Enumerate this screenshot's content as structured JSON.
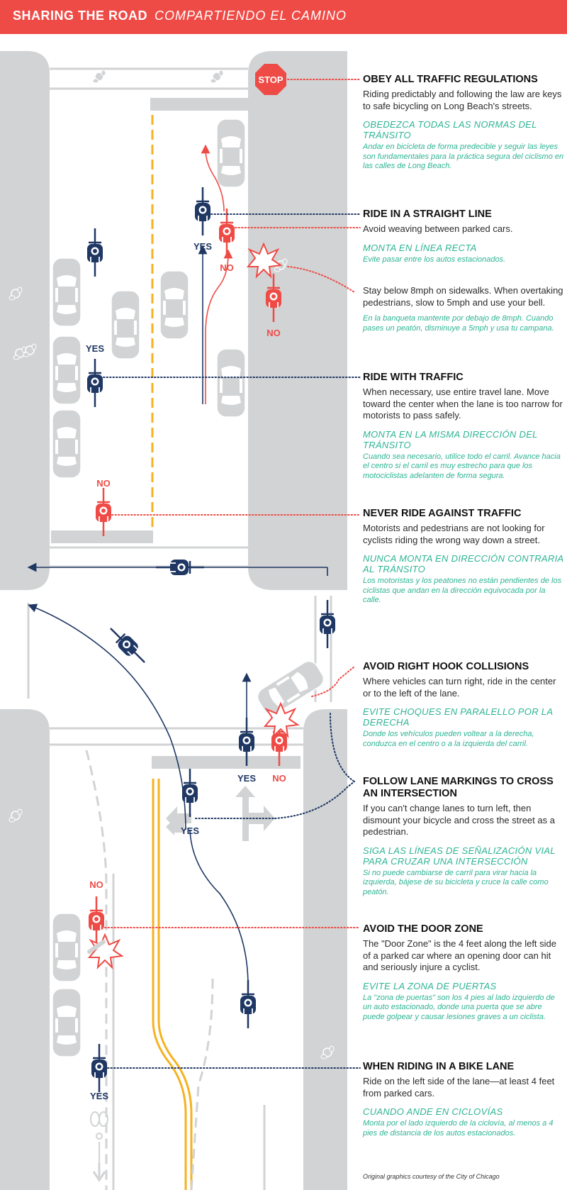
{
  "header": {
    "title_en": "SHARING THE ROAD",
    "title_es": "COMPARTIENDO EL CAMINO"
  },
  "signs": {
    "stop": "STOP"
  },
  "labels": {
    "yes": "YES",
    "no": "NO"
  },
  "colors": {
    "header": "#ef4b46",
    "road_gray": "#d1d3d4",
    "navy": "#1f3763",
    "red": "#ef4b46",
    "green": "#2db494",
    "yellow": "#f6b221"
  },
  "icons": [
    "stop-sign-icon",
    "cyclist-icon",
    "car-icon",
    "pedestrian-icon",
    "crash-burst-icon",
    "lane-arrow-icon",
    "bike-lane-symbol-icon"
  ],
  "rules": [
    {
      "title": "OBEY ALL TRAFFIC REGULATIONS",
      "en": "Riding predictably and following the law are keys to safe bicycling on Long Beach's streets.",
      "es_title": "OBEDEZCA TODAS LAS NORMAS DEL TRÁNSITO",
      "es": "Andar en bicicleta de forma predecible y seguir las leyes son fundamentales para la práctica segura del ciclismo en las calles de Long Beach."
    },
    {
      "title": "RIDE IN A STRAIGHT LINE",
      "en": "Avoid weaving between parked cars.",
      "es_title": "MONTA EN LÍNEA RECTA",
      "es": "Evite pasar entre los autos estacionados."
    },
    {
      "title": "",
      "en": "Stay below 8mph on sidewalks. When overtaking pedestrians, slow to 5mph and use your bell.",
      "es_title": "",
      "es": "En la banqueta mantente por debajo de 8mph. Cuando pases un peatón, disminuye a 5mph y usa tu campana."
    },
    {
      "title": "RIDE WITH TRAFFIC",
      "en": "When necessary, use entire travel lane. Move toward the center when the lane is too narrow for motorists to pass safely.",
      "es_title": "MONTA EN LA MISMA DIRECCIÓN DEL TRÁNSITO",
      "es": "Cuando sea necesario, utilice todo el carril. Avance hacia el centro si el carril es muy estrecho para que los motociclistas adelanten de forma segura."
    },
    {
      "title": "NEVER RIDE AGAINST TRAFFIC",
      "en": "Motorists and pedestrians are not looking for cyclists riding the wrong way down a street.",
      "es_title": "NUNCA MONTA EN DIRECCIÓN CONTRARIA AL TRÁNSITO",
      "es": "Los motoristas  y los peatones no están pendientes de los ciclistas que andan en la dirección equivocada por la calle."
    },
    {
      "title": "AVOID RIGHT HOOK COLLISIONS",
      "en": "Where vehicles can turn right, ride in the center or to the left of the lane.",
      "es_title": "EVITE CHOQUES EN PARALELLO POR LA DERECHA",
      "es": "Donde los vehículos pueden voltear a la derecha, conduzca en el centro o a la izquierda del carril."
    },
    {
      "title": "FOLLOW LANE MARKINGS TO CROSS AN INTERSECTION",
      "en": "If you can't change lanes to turn left, then dismount your bicycle and cross the street as a pedestrian.",
      "es_title": "SIGA LAS LÍNEAS DE SEÑALIZACIÓN VIAL PARA CRUZAR UNA INTERSECCIÓN",
      "es": "Si no puede cambiarse de carril para virar hacia la izquierda, bájese de su bicicleta y cruce la calle como peatón."
    },
    {
      "title": "AVOID THE DOOR ZONE",
      "en": "The \"Door Zone\" is the 4 feet along the left side of a parked car where an opening door can hit and seriously injure a cyclist.",
      "es_title": "EVITE LA ZONA DE PUERTAS",
      "es": "La \"zona de puertas\" son los 4 pies al lado izquierdo de un auto estacionado, donde una puerta que se abre puede golpear y causar lesiones graves a un ciclista."
    },
    {
      "title": "WHEN RIDING IN A BIKE LANE",
      "en": "Ride on the left side of the lane—at least 4 feet from parked cars.",
      "es_title": "CUANDO ANDE EN CICLOVÍAS",
      "es": "Monta por el lado izquierdo de la ciclovía, al menos a 4 pies de distancia de los autos estacionados."
    }
  ],
  "credit": "Original graphics courtesy of the City of Chicago"
}
